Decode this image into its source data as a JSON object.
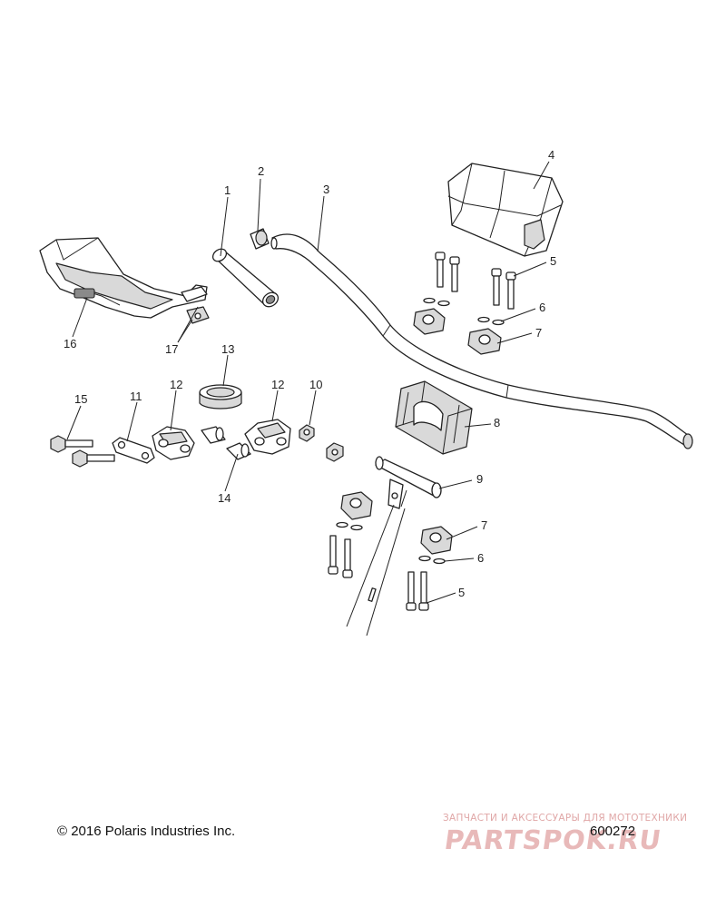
{
  "callouts": {
    "c1": "1",
    "c2": "2",
    "c3": "3",
    "c4": "4",
    "c5a": "5",
    "c5b": "5",
    "c6a": "6",
    "c6b": "6",
    "c7a": "7",
    "c7b": "7",
    "c8": "8",
    "c9": "9",
    "c10": "10",
    "c11": "11",
    "c12a": "12",
    "c12b": "12",
    "c13": "13",
    "c14": "14",
    "c15": "15",
    "c16": "16",
    "c17": "17"
  },
  "footer": {
    "copyright": "© 2016 Polaris Industries Inc.",
    "figure_number": "600272"
  },
  "watermark": {
    "tagline": "ЗАПЧАСТИ И АКСЕССУАРЫ ДЛЯ МОТОТЕХНИКИ",
    "brand": "PARTSPOK.RU"
  }
}
